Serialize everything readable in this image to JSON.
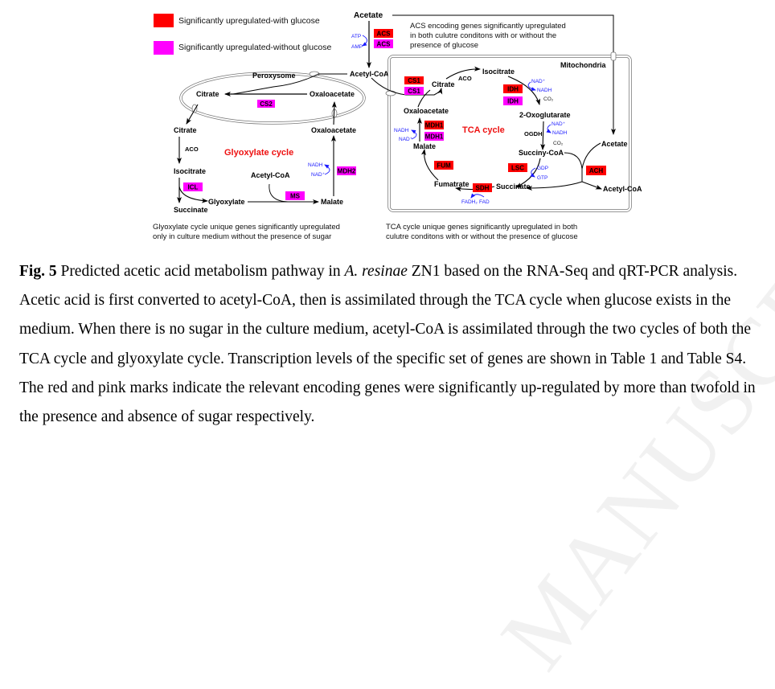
{
  "figure": {
    "legend": [
      {
        "color": "#ff0000",
        "label": "Significantly upregulated-with glucose"
      },
      {
        "color": "#ff00ff",
        "label": "Significantly upregulated-without glucose"
      }
    ],
    "colors": {
      "red": "#ff0000",
      "pink": "#ff00ff",
      "cofactor": "#1a1aff",
      "cycle_title": "#ee1111"
    },
    "acs_note": [
      "ACS encoding genes significantly upregulated",
      "in both culutre conditons with or without the",
      "presence of glucose"
    ],
    "compartments": {
      "peroxysome": "Peroxysome",
      "mitochondria": "Mitochondria"
    },
    "cycles": {
      "glyoxylate": "Glyoxylate cycle",
      "tca": "TCA cycle"
    },
    "metabolites": {
      "acetate_top": "Acetate",
      "acetyl_coa_top": "Acetyl-CoA",
      "perox_citrate": "Citrate",
      "perox_oxaloacetate": "Oxaloacetate",
      "glyox_citrate": "Citrate",
      "glyox_isocitrate": "Isocitrate",
      "glyox_succinate": "Succinate",
      "glyox_glyoxylate": "Glyoxylate",
      "glyox_acetyl_coa": "Acetyl-CoA",
      "glyox_malate": "Malate",
      "glyox_oxaloacetate": "Oxaloacetate",
      "tca_citrate": "Citrate",
      "tca_isocitrate": "Isocitrate",
      "tca_oxoglutarate": "2-Oxoglutarate",
      "tca_succinyl_coa": "Succiny-CoA",
      "tca_succinate": "Succinate",
      "tca_fumarate": "Fumatrate",
      "tca_malate": "Malate",
      "tca_oxaloacetate": "Oxaloacetate",
      "mito_acetate": "Acetate",
      "mito_acetyl_coa": "Acetyl-CoA"
    },
    "enzymes": {
      "aco_glyox": "ACO",
      "aco_tca": "ACO",
      "ogdh": "OGDH"
    },
    "genes": {
      "acs_red": "ACS",
      "acs_pink": "ACS",
      "cs2": "CS2",
      "icl": "ICL",
      "ms": "MS",
      "mdh2": "MDH2",
      "cs1_red": "CS1",
      "cs1_pink": "CS1",
      "idh_red": "IDH",
      "idh_pink": "IDH",
      "mdh1_red": "MDH1",
      "mdh1_pink": "MDH1",
      "fum": "FUM",
      "sdh": "SDH",
      "lsc": "LSC",
      "ach": "ACH"
    },
    "cofactors": {
      "atp": "ATP",
      "amp": "AMP",
      "mdh2_nadh": "NADH",
      "mdh2_nad": "NAD⁺",
      "idh_nad": "NAD⁺",
      "idh_nadh": "NADH",
      "idh_co2": "CO₂",
      "ogdh_nad": "NAD⁺",
      "ogdh_nadh": "NADH",
      "ogdh_co2": "CO₂",
      "mdh1_nadh": "NADH",
      "mdh1_nad": "NAD⁺",
      "lsc_gdp": "GDP",
      "lsc_gtp": "GTP",
      "sdh_fadh2": "FADH₂",
      "sdh_fad": "FAD"
    },
    "notes": {
      "glyox": [
        "Glyoxylate cycle unique genes significantly upregulated",
        "only in culture medium without the presence of sugar"
      ],
      "tca": [
        "TCA cycle unique genes significantly upregulated in both",
        "culutre conditons with or without the presence of glucose"
      ]
    }
  },
  "caption": {
    "label": "Fig. 5",
    "text_1": " Predicted acetic acid metabolism pathway in ",
    "organism": "A. resinae",
    "text_2": " ZN1 based on the RNA-Seq and qRT-PCR analysis. Acetic acid is first converted to acetyl-CoA, then is assimilated through the TCA cycle when glucose exists in the medium. When there is no sugar in the culture medium, acetyl-CoA is assimilated through the two cycles of both the TCA cycle and glyoxylate cycle. Transcription levels of the specific set of genes are shown in Table 1 and Table S4. The red and pink marks indicate the relevant encoding genes were significantly up-regulated by more than twofold in the presence and absence of sugar respectively."
  },
  "watermark": "MANUSCRIPT"
}
